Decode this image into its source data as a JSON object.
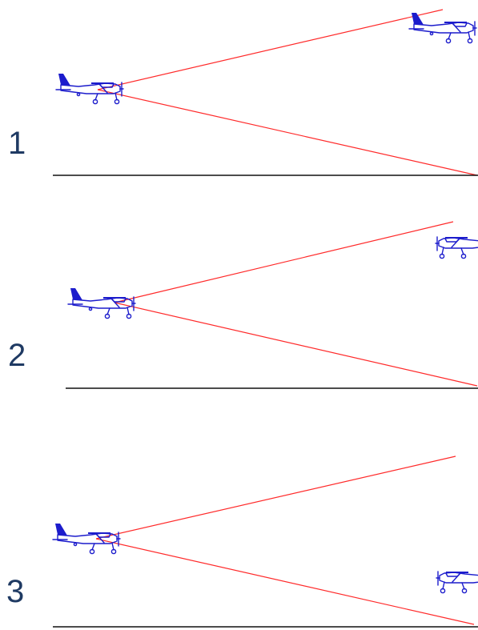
{
  "panels": [
    {
      "number": "1"
    },
    {
      "number": "2"
    },
    {
      "number": "3"
    }
  ],
  "colors": {
    "plane": "#1c1ccc",
    "ray": "#ff2a2a",
    "ground": "#111111",
    "number": "#1f3a63"
  },
  "icons": {
    "observer": "small-aircraft-icon",
    "target": "small-aircraft-icon"
  }
}
